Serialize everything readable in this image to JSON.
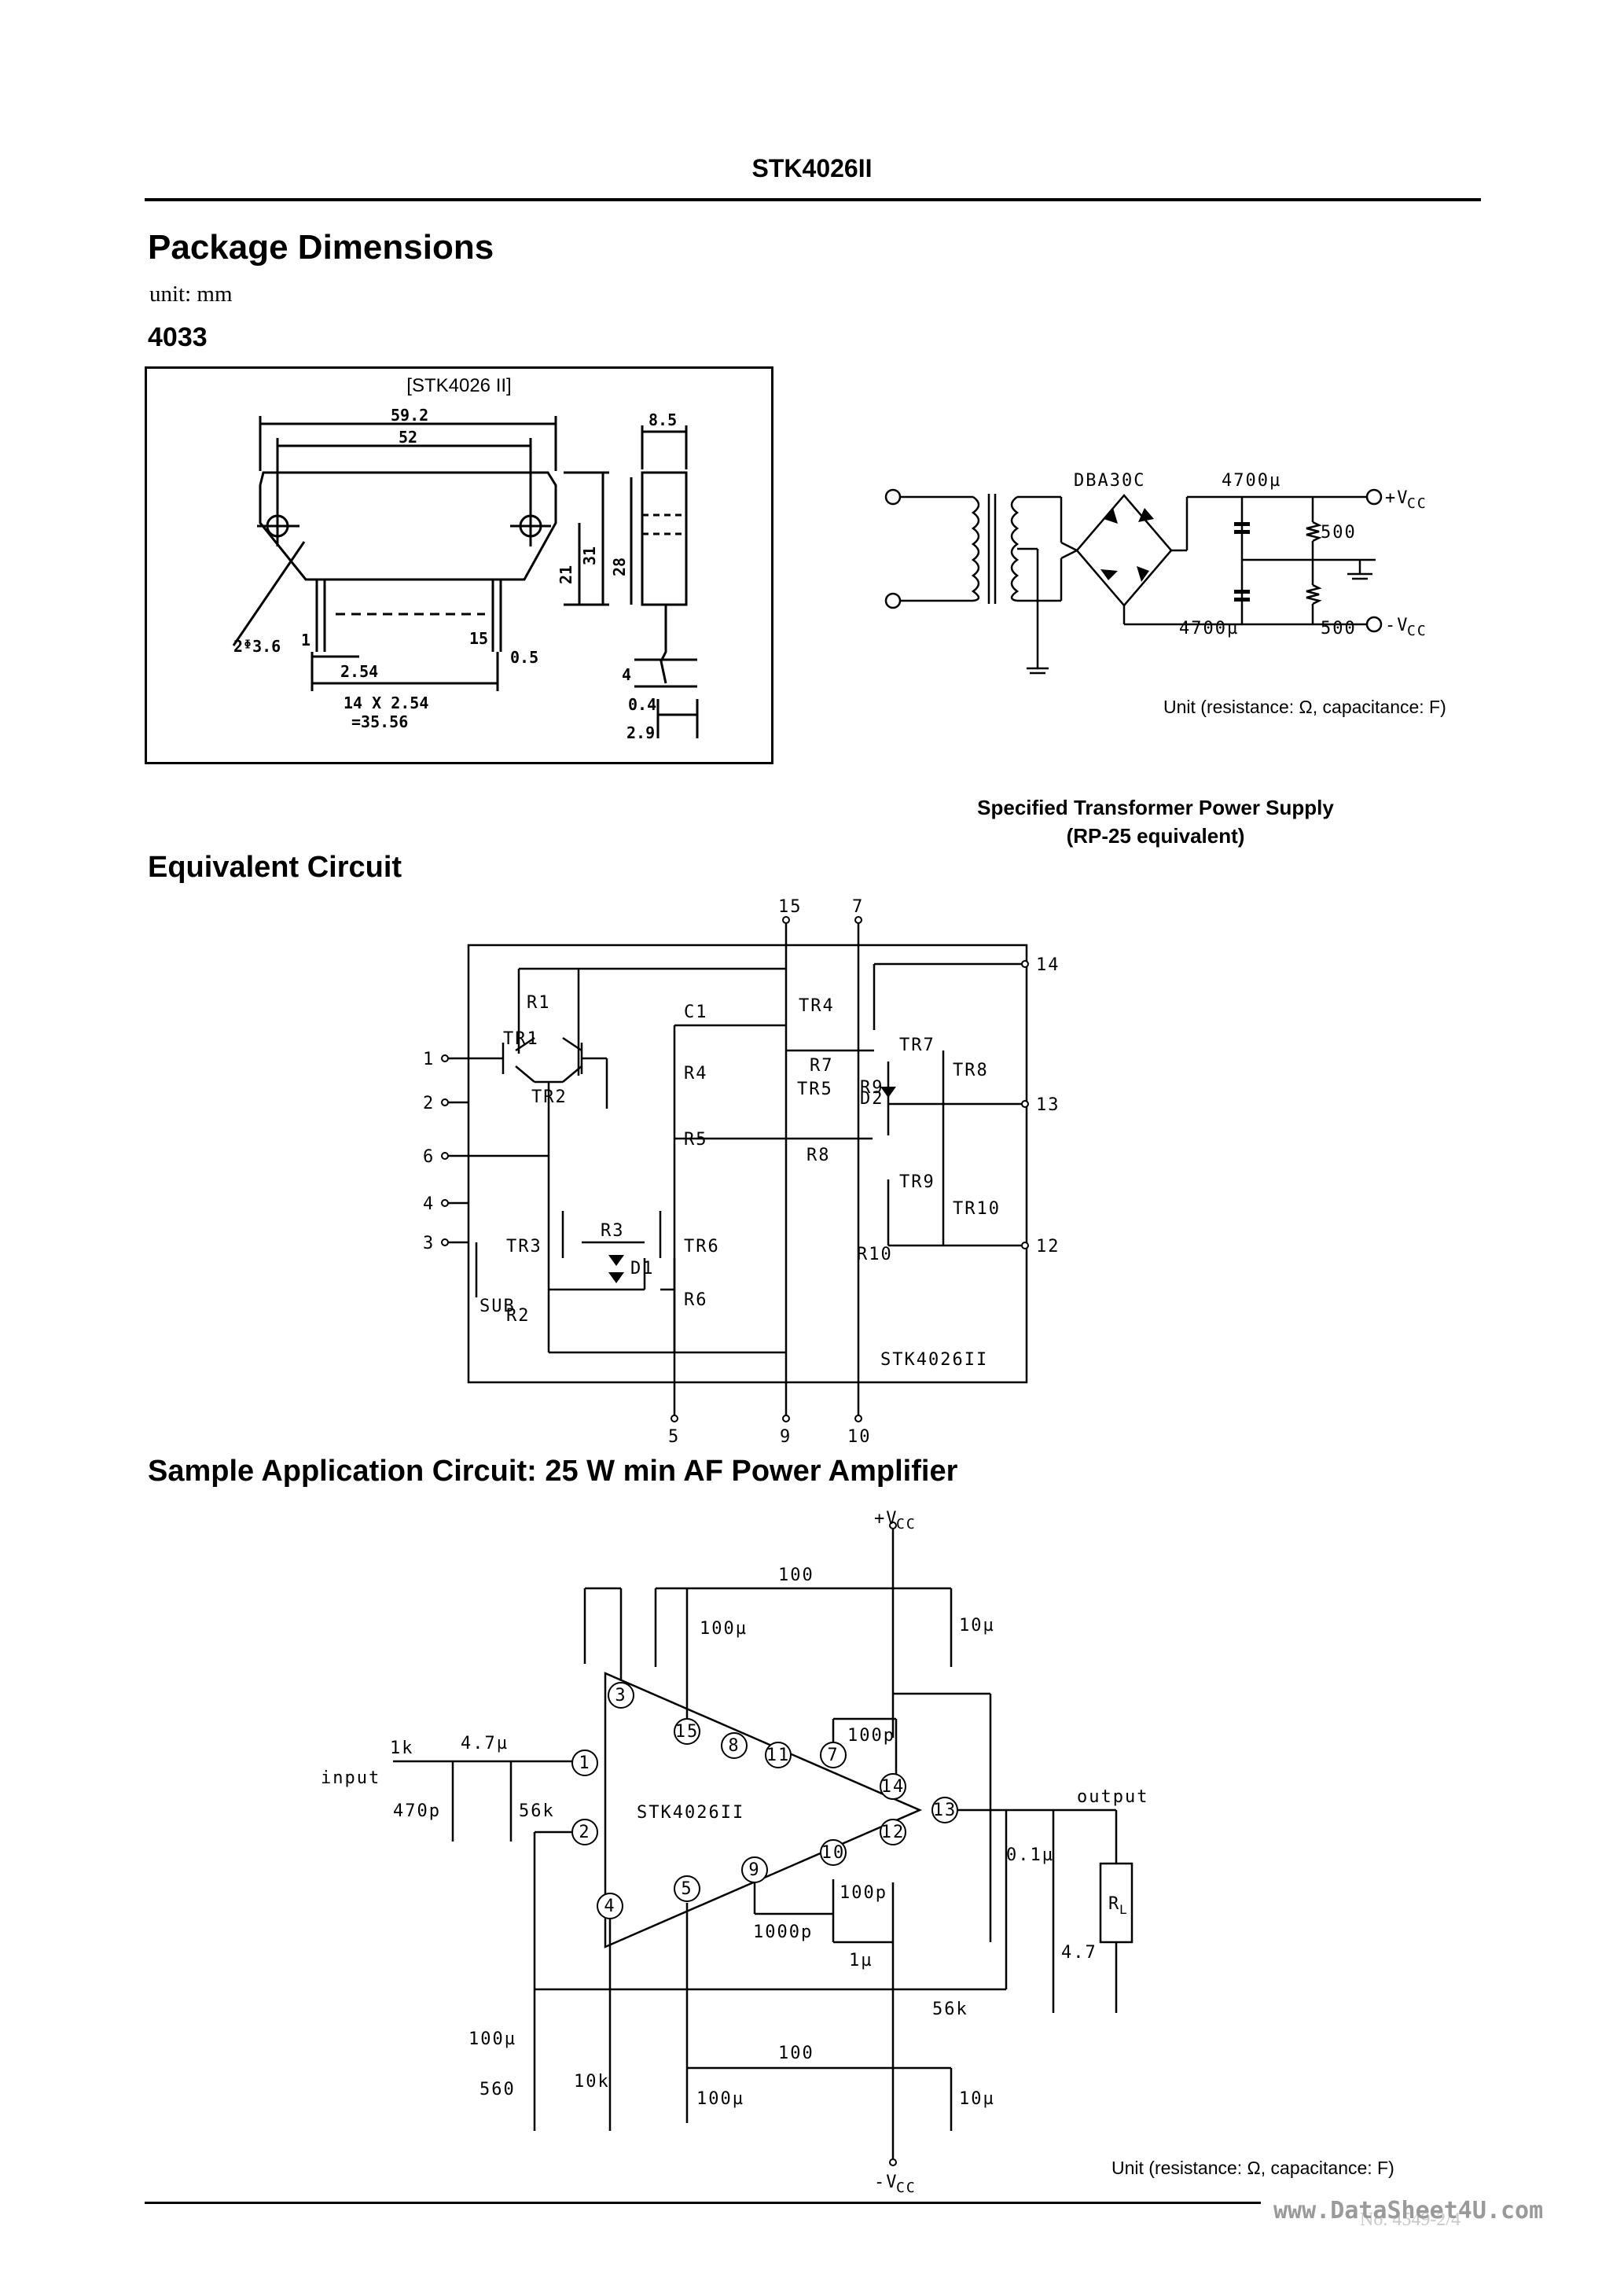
{
  "header": {
    "part_number": "STK4026II"
  },
  "package_dimensions": {
    "title": "Package Dimensions",
    "unit": "unit: mm",
    "code": "4033",
    "figure_label": "[STK4026 II]",
    "dims": {
      "w_total": "59.2",
      "w_inner": "52",
      "thickness": "8.5",
      "h31": "31",
      "h21": "21",
      "h28": "28",
      "hole": "3.6",
      "pin_first": "1",
      "pin_last": "15",
      "pin_w": "0.5",
      "pitch": "2.54",
      "span": "14 X 2.54",
      "span_total": "=35.56",
      "lead": "4",
      "lead_t": "0.4",
      "depth": "2.9"
    }
  },
  "power_supply": {
    "diode": "DBA30C",
    "cap_top": "4700µ",
    "cap_bottom": "4700µ",
    "res_top": "500",
    "res_bottom": "500",
    "vcc_pos": "+V",
    "vcc_neg": "-V",
    "vcc_sub": "CC",
    "unit_note": "Unit (resistance: Ω, capacitance: F)",
    "caption_line1": "Specified Transformer Power Supply",
    "caption_line2": "(RP-25 equivalent)"
  },
  "equivalent_circuit": {
    "title": "Equivalent Circuit",
    "chip_label": "STK4026II",
    "top_pins": [
      "15",
      "7"
    ],
    "bottom_pins": [
      "5",
      "9",
      "10"
    ],
    "left_pins": [
      "1",
      "2",
      "6",
      "4",
      "3"
    ],
    "right_pins": [
      "14",
      "13",
      "12"
    ],
    "transistors": [
      "TR1",
      "TR2",
      "TR3",
      "TR4",
      "TR5",
      "TR6",
      "TR7",
      "TR8",
      "TR9",
      "TR10"
    ],
    "resistors": [
      "R1",
      "R2",
      "R3",
      "R4",
      "R5",
      "R6",
      "R7",
      "R8",
      "R9",
      "R10"
    ],
    "capacitor": "C1",
    "diodes": [
      "D1",
      "D2"
    ],
    "sub_label": "SUB"
  },
  "application_circuit": {
    "title": "Sample Application Circuit: 25 W min AF Power Amplifier",
    "ic_label": "STK4026II",
    "input_label": "input",
    "output_label": "output",
    "vcc_pos": "+V",
    "vcc_neg": "-V",
    "vcc_sub": "CC",
    "ic_pins": [
      "1",
      "2",
      "3",
      "4",
      "5",
      "7",
      "8",
      "9",
      "10",
      "11",
      "12",
      "13",
      "14",
      "15"
    ],
    "components": {
      "r_in": "1k",
      "c_in": "4.7µ",
      "c_in_shunt": "470p",
      "r_in_shunt": "56k",
      "r_top": "100",
      "c_top_left": "100µ",
      "c_top_right": "10µ",
      "c_7_14": "100p",
      "c_9_10_a": "100p",
      "c_9_10_b": "1000p",
      "c_9_10_c": "1µ",
      "c_out": "0.1µ",
      "r_out": "4.7",
      "load": "R",
      "load_sub": "L",
      "r_fb": "56k",
      "c_fb": "100µ",
      "r_fb_gnd": "560",
      "r_4": "10k",
      "r_bottom": "100",
      "c_bottom_left": "100µ",
      "c_bottom_right": "10µ"
    },
    "unit_note": "Unit (resistance: Ω, capacitance: F)"
  },
  "footer": {
    "watermark": "www.DataSheet4U.com",
    "doc_no": "No. 4549-2/4"
  }
}
